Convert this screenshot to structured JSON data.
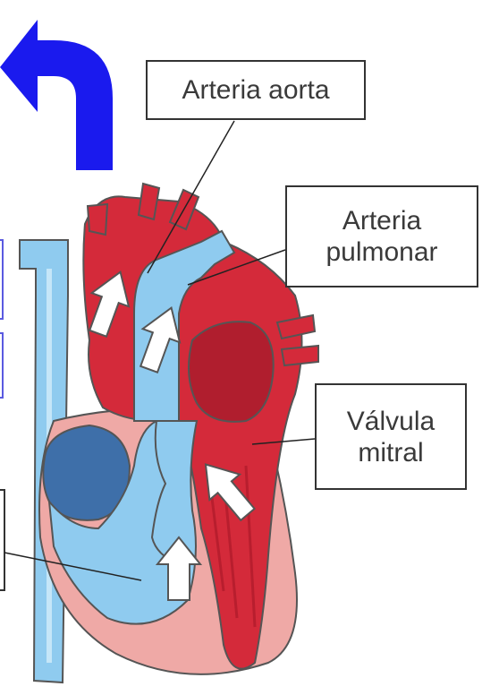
{
  "labels": {
    "aorta": "Arteria aorta",
    "pulmonar_line1": "Arteria",
    "pulmonar_line2": "pulmonar",
    "mitral_line1": "Válvula",
    "mitral_line2": "mitral"
  },
  "colors": {
    "oxygenated_red": "#d42a3a",
    "deoxygenated_blue": "#8fcbef",
    "flow_arrow_blue": "#1a1aee",
    "muscle_pink": "#efa9a6",
    "atrium_dark_blue": "#3e6fa9"
  },
  "icons": {
    "flow_arrow": "u-turn-arrow-icon",
    "blood_flow": "white-up-arrow-icon"
  }
}
